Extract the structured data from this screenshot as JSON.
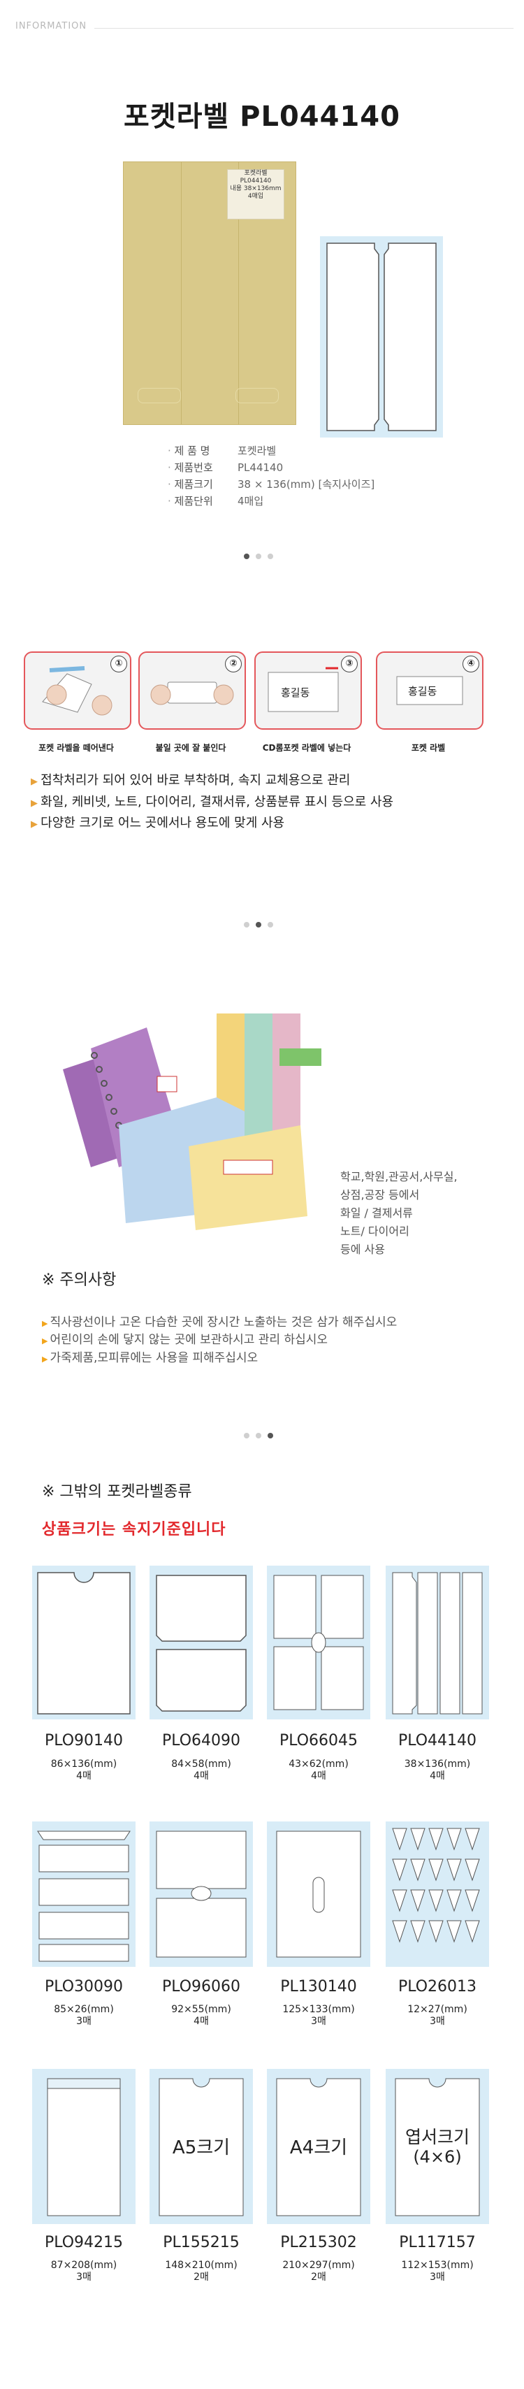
{
  "header": {
    "info_label": "INFORMATION"
  },
  "product": {
    "title": "포켓라벨 PL044140",
    "card_lines": [
      "포켓라벨",
      "PL044140",
      "내용 38×136mm",
      "4매입"
    ],
    "specs": [
      {
        "key": "제 품 명",
        "value": "포켓라벨"
      },
      {
        "key": "제품번호",
        "value": "PL44140"
      },
      {
        "key": "제품크기",
        "value": "38 × 136(mm) [속지사이즈]"
      },
      {
        "key": "제품단위",
        "value": "4매입"
      }
    ]
  },
  "steps": [
    {
      "num": "①",
      "caption": "포켓 라벨을 떼어낸다"
    },
    {
      "num": "②",
      "caption": "붙일 곳에 잘 붙인다"
    },
    {
      "num": "③",
      "caption": "CD롬포켓 라벨에 넣는다",
      "tag": "홍길동"
    },
    {
      "num": "④",
      "caption": "포켓 라벨",
      "tag": "홍길동"
    }
  ],
  "features": [
    "접착처리가 되어 있어 바로 부착하며, 속지 교체용으로 관리",
    "화일, 케비넷, 노트, 다이어리, 결재서류, 상품분류 표시 등으로 사용",
    "다양한 크기로 어느 곳에서나 용도에 맞게 사용"
  ],
  "usage": [
    "학교,학원,관공서,사무실,",
    "상점,공장 등에서",
    "화일 / 결제서류",
    "노트/ 다이어리",
    "등에 사용"
  ],
  "caution": {
    "title": "※ 주의사항",
    "items": [
      "직사광선이나 고온 다습한 곳에 장시간 노출하는 것은 삼가 해주십시오",
      "어린이의 손에 닿지 않는 곳에 보관하시고 관리 하십시오",
      "가죽제품,모피류에는 사용을 피해주십시오"
    ]
  },
  "others": {
    "title": "※ 그밖의 포켓라벨종류",
    "subtitle": "상품크기는 속지기준입니다",
    "products": [
      {
        "code": "PLO90140",
        "size": "86×136(mm)",
        "unit": "4매"
      },
      {
        "code": "PLO64090",
        "size": "84×58(mm)",
        "unit": "4매"
      },
      {
        "code": "PLO66045",
        "size": "43×62(mm)",
        "unit": "4매"
      },
      {
        "code": "PLO44140",
        "size": "38×136(mm)",
        "unit": "4매"
      },
      {
        "code": "PLO30090",
        "size": "85×26(mm)",
        "unit": "3매"
      },
      {
        "code": "PLO96060",
        "size": "92×55(mm)",
        "unit": "4매"
      },
      {
        "code": "PL130140",
        "size": "125×133(mm)",
        "unit": "3매"
      },
      {
        "code": "PLO26013",
        "size": "12×27(mm)",
        "unit": "3매"
      },
      {
        "code": "PLO94215",
        "size": "87×208(mm)",
        "unit": "3매"
      },
      {
        "code": "PL155215",
        "size": "148×210(mm)",
        "unit": "2매",
        "label": "A5크기"
      },
      {
        "code": "PL215302",
        "size": "210×297(mm)",
        "unit": "2매",
        "label": "A4크기"
      },
      {
        "code": "PL117157",
        "size": "112×153(mm)",
        "unit": "3매",
        "label": "엽서크기",
        "label2": "(4×6)"
      }
    ]
  }
}
